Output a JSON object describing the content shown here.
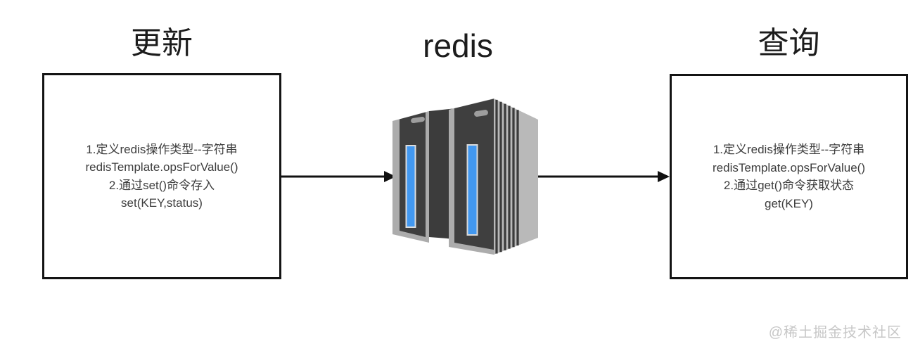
{
  "titles": {
    "update": "更新",
    "redis": "redis",
    "query": "查询"
  },
  "update_box": {
    "lines": [
      "1.定义redis操作类型--字符串",
      "redisTemplate.opsForValue()",
      "2.通过set()命令存入",
      "set(KEY,status)"
    ]
  },
  "query_box": {
    "lines": [
      "1.定义redis操作类型--字符串",
      "redisTemplate.opsForValue()",
      "2.通过get()命令获取状态",
      "get(KEY)"
    ]
  },
  "watermark": "@稀土掘金技术社区",
  "icons": {
    "server": "redis-server-icon",
    "arrow_left": "arrow-update-to-redis",
    "arrow_right": "arrow-redis-to-query"
  },
  "colors": {
    "background": "#ffffff",
    "box_border": "#141414",
    "box_text": "#3d3d3d",
    "title_text": "#1c1c1c",
    "arrow": "#111111",
    "server_body_dark": "#3f3f3f",
    "server_edge_light": "#acacac",
    "server_side_panel": "#b9b9b9",
    "led_blue": "#4298f0",
    "watermark_text": "#c7c7c7"
  }
}
